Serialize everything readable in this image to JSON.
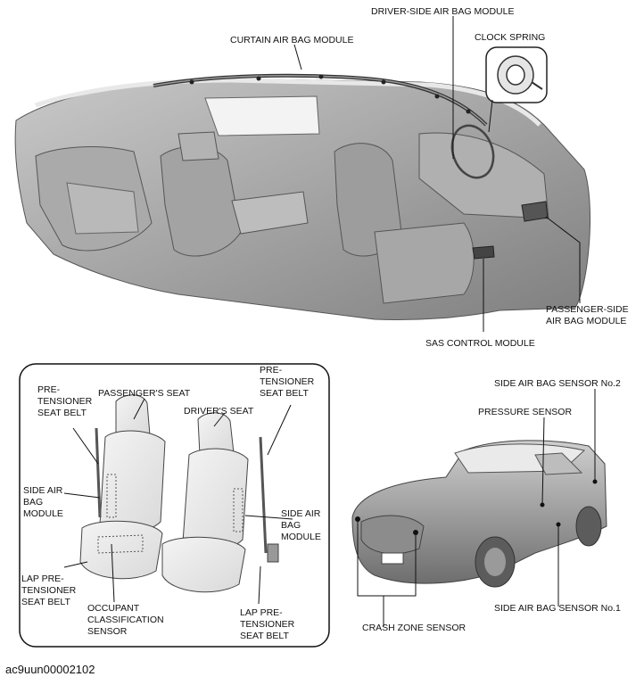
{
  "labels": {
    "curtain_air_bag_module": "CURTAIN AIR BAG MODULE",
    "driver_side_air_bag_module": "DRIVER-SIDE AIR BAG MODULE",
    "clock_spring": "CLOCK SPRING",
    "passenger_side_air_bag_module": "PASSENGER-SIDE\nAIR BAG MODULE",
    "sas_control_module": "SAS CONTROL MODULE",
    "pretensioner_seat_belt_left": "PRE-\nTENSIONER\nSEAT BELT",
    "passengers_seat": "PASSENGER'S SEAT",
    "drivers_seat": "DRIVER'S SEAT",
    "pretensioner_seat_belt_right": "PRE-\nTENSIONER\nSEAT BELT",
    "side_air_bag_module_left": "SIDE AIR\nBAG\nMODULE",
    "side_air_bag_module_right": "SIDE AIR\nBAG\nMODULE",
    "lap_pretensioner_left": "LAP PRE-\nTENSIONER\nSEAT BELT",
    "occupant_classification_sensor": "OCCUPANT\nCLASSIFICATION\nSENSOR",
    "lap_pretensioner_right": "LAP PRE-\nTENSIONER\nSEAT BELT",
    "side_air_bag_sensor_no2": "SIDE AIR BAG SENSOR No.2",
    "pressure_sensor": "PRESSURE SENSOR",
    "crash_zone_sensor": "CRASH ZONE SENSOR",
    "side_air_bag_sensor_no1": "SIDE AIR BAG SENSOR No.1"
  },
  "figure_code": "ac9uun00002102"
}
